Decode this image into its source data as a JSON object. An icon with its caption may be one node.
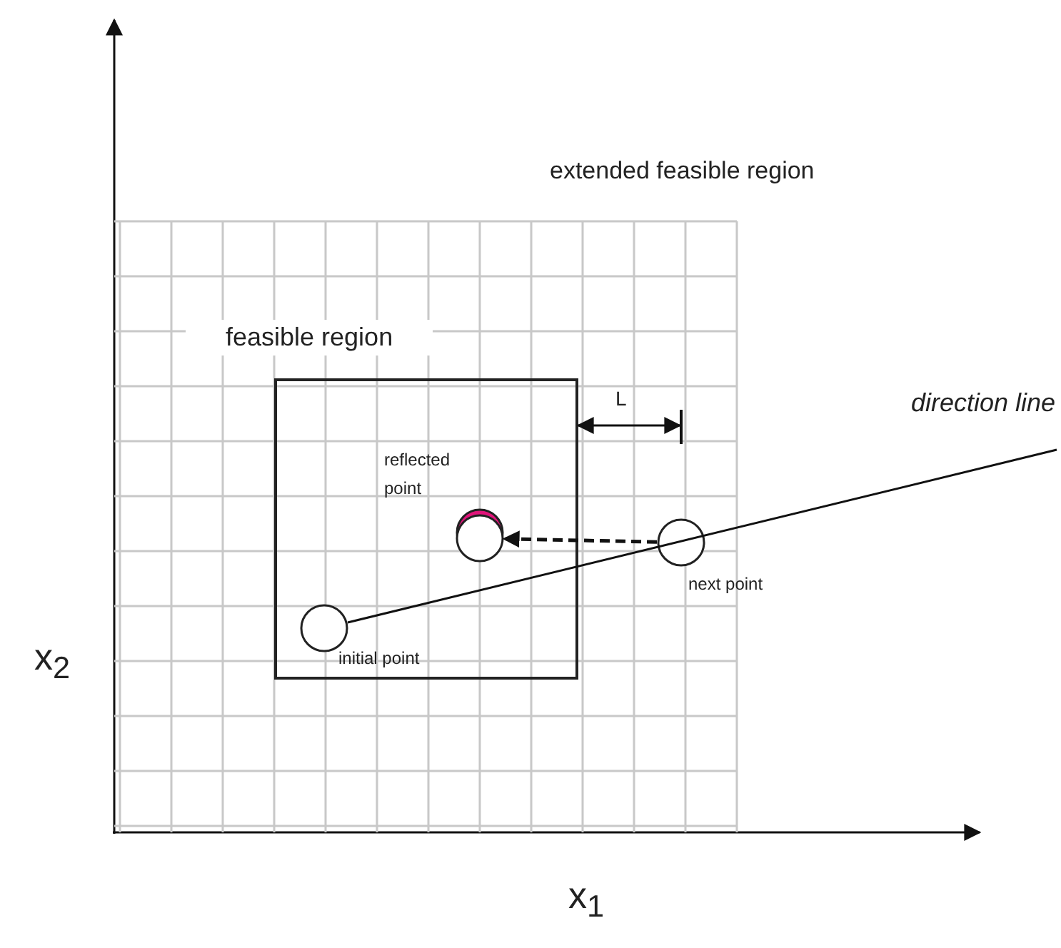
{
  "diagram": {
    "nodes": [
      {
        "text": [
          "extended feasible region"
        ]
      },
      {
        "text": [
          "feasible region"
        ],
        "in": 0
      },
      {
        "text": [],
        "shape": "circle",
        "in": 1,
        "beside": [
          "reflected point"
        ]
      },
      {
        "text": [],
        "shape": "circle",
        "in": 1,
        "beside": [
          "initial point"
        ]
      },
      {
        "text": [],
        "shape": "circle",
        "in": 0,
        "beside": [
          "next point"
        ]
      }
    ],
    "edges": [
      {
        "from": 4,
        "to": 2,
        "arrow": "to",
        "style": "dashed"
      },
      {
        "from": 3,
        "to": null,
        "arrow": "none",
        "label": "direction line"
      }
    ],
    "labels": [
      "L",
      "x$_{2}$",
      "x$_{1}$"
    ]
  }
}
